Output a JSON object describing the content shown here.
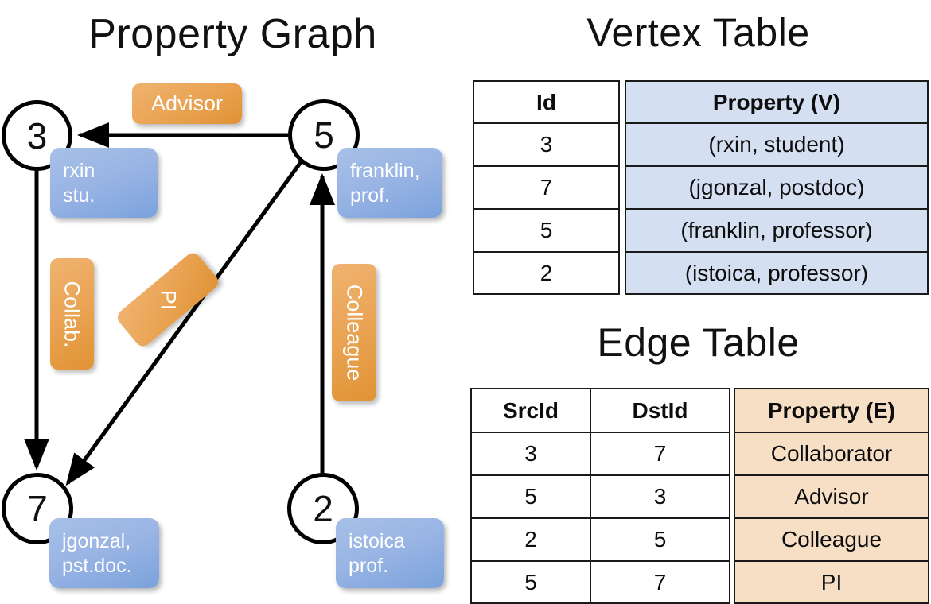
{
  "titles": {
    "graph": "Property Graph",
    "vertex_table": "Vertex Table",
    "edge_table": "Edge Table"
  },
  "colors": {
    "node_stroke": "#000000",
    "vertex_property_fill": "#d4e0f1",
    "edge_property_fill": "#f7dfc5",
    "vertex_box_blue": "#8eaee2",
    "edge_label_orange": "#eaa455",
    "text": "#111111"
  },
  "graph": {
    "nodes": [
      {
        "id": "3",
        "property_line1": "rxin",
        "property_line2": "stu."
      },
      {
        "id": "5",
        "property_line1": "franklin,",
        "property_line2": "prof."
      },
      {
        "id": "7",
        "property_line1": "jgonzal,",
        "property_line2": "pst.doc."
      },
      {
        "id": "2",
        "property_line1": "istoica",
        "property_line2": "prof."
      }
    ],
    "edge_labels": [
      {
        "name": "advisor",
        "text": "Advisor"
      },
      {
        "name": "collab",
        "text": "Collab."
      },
      {
        "name": "pi",
        "text": "PI"
      },
      {
        "name": "colleague",
        "text": "Colleague"
      }
    ],
    "edges": [
      {
        "from": "5",
        "to": "3",
        "label": "Advisor"
      },
      {
        "from": "3",
        "to": "7",
        "label": "Collab."
      },
      {
        "from": "5",
        "to": "7",
        "label": "PI"
      },
      {
        "from": "2",
        "to": "5",
        "label": "Colleague"
      }
    ]
  },
  "vertex_table": {
    "headers": [
      "Id",
      "Property (V)"
    ],
    "rows": [
      {
        "id": "3",
        "property": "(rxin, student)"
      },
      {
        "id": "7",
        "property": "(jgonzal, postdoc)"
      },
      {
        "id": "5",
        "property": "(franklin, professor)"
      },
      {
        "id": "2",
        "property": "(istoica, professor)"
      }
    ]
  },
  "edge_table": {
    "headers": [
      "SrcId",
      "DstId",
      "Property (E)"
    ],
    "rows": [
      {
        "src": "3",
        "dst": "7",
        "property": "Collaborator"
      },
      {
        "src": "5",
        "dst": "3",
        "property": "Advisor"
      },
      {
        "src": "2",
        "dst": "5",
        "property": "Colleague"
      },
      {
        "src": "5",
        "dst": "7",
        "property": "PI"
      }
    ]
  }
}
